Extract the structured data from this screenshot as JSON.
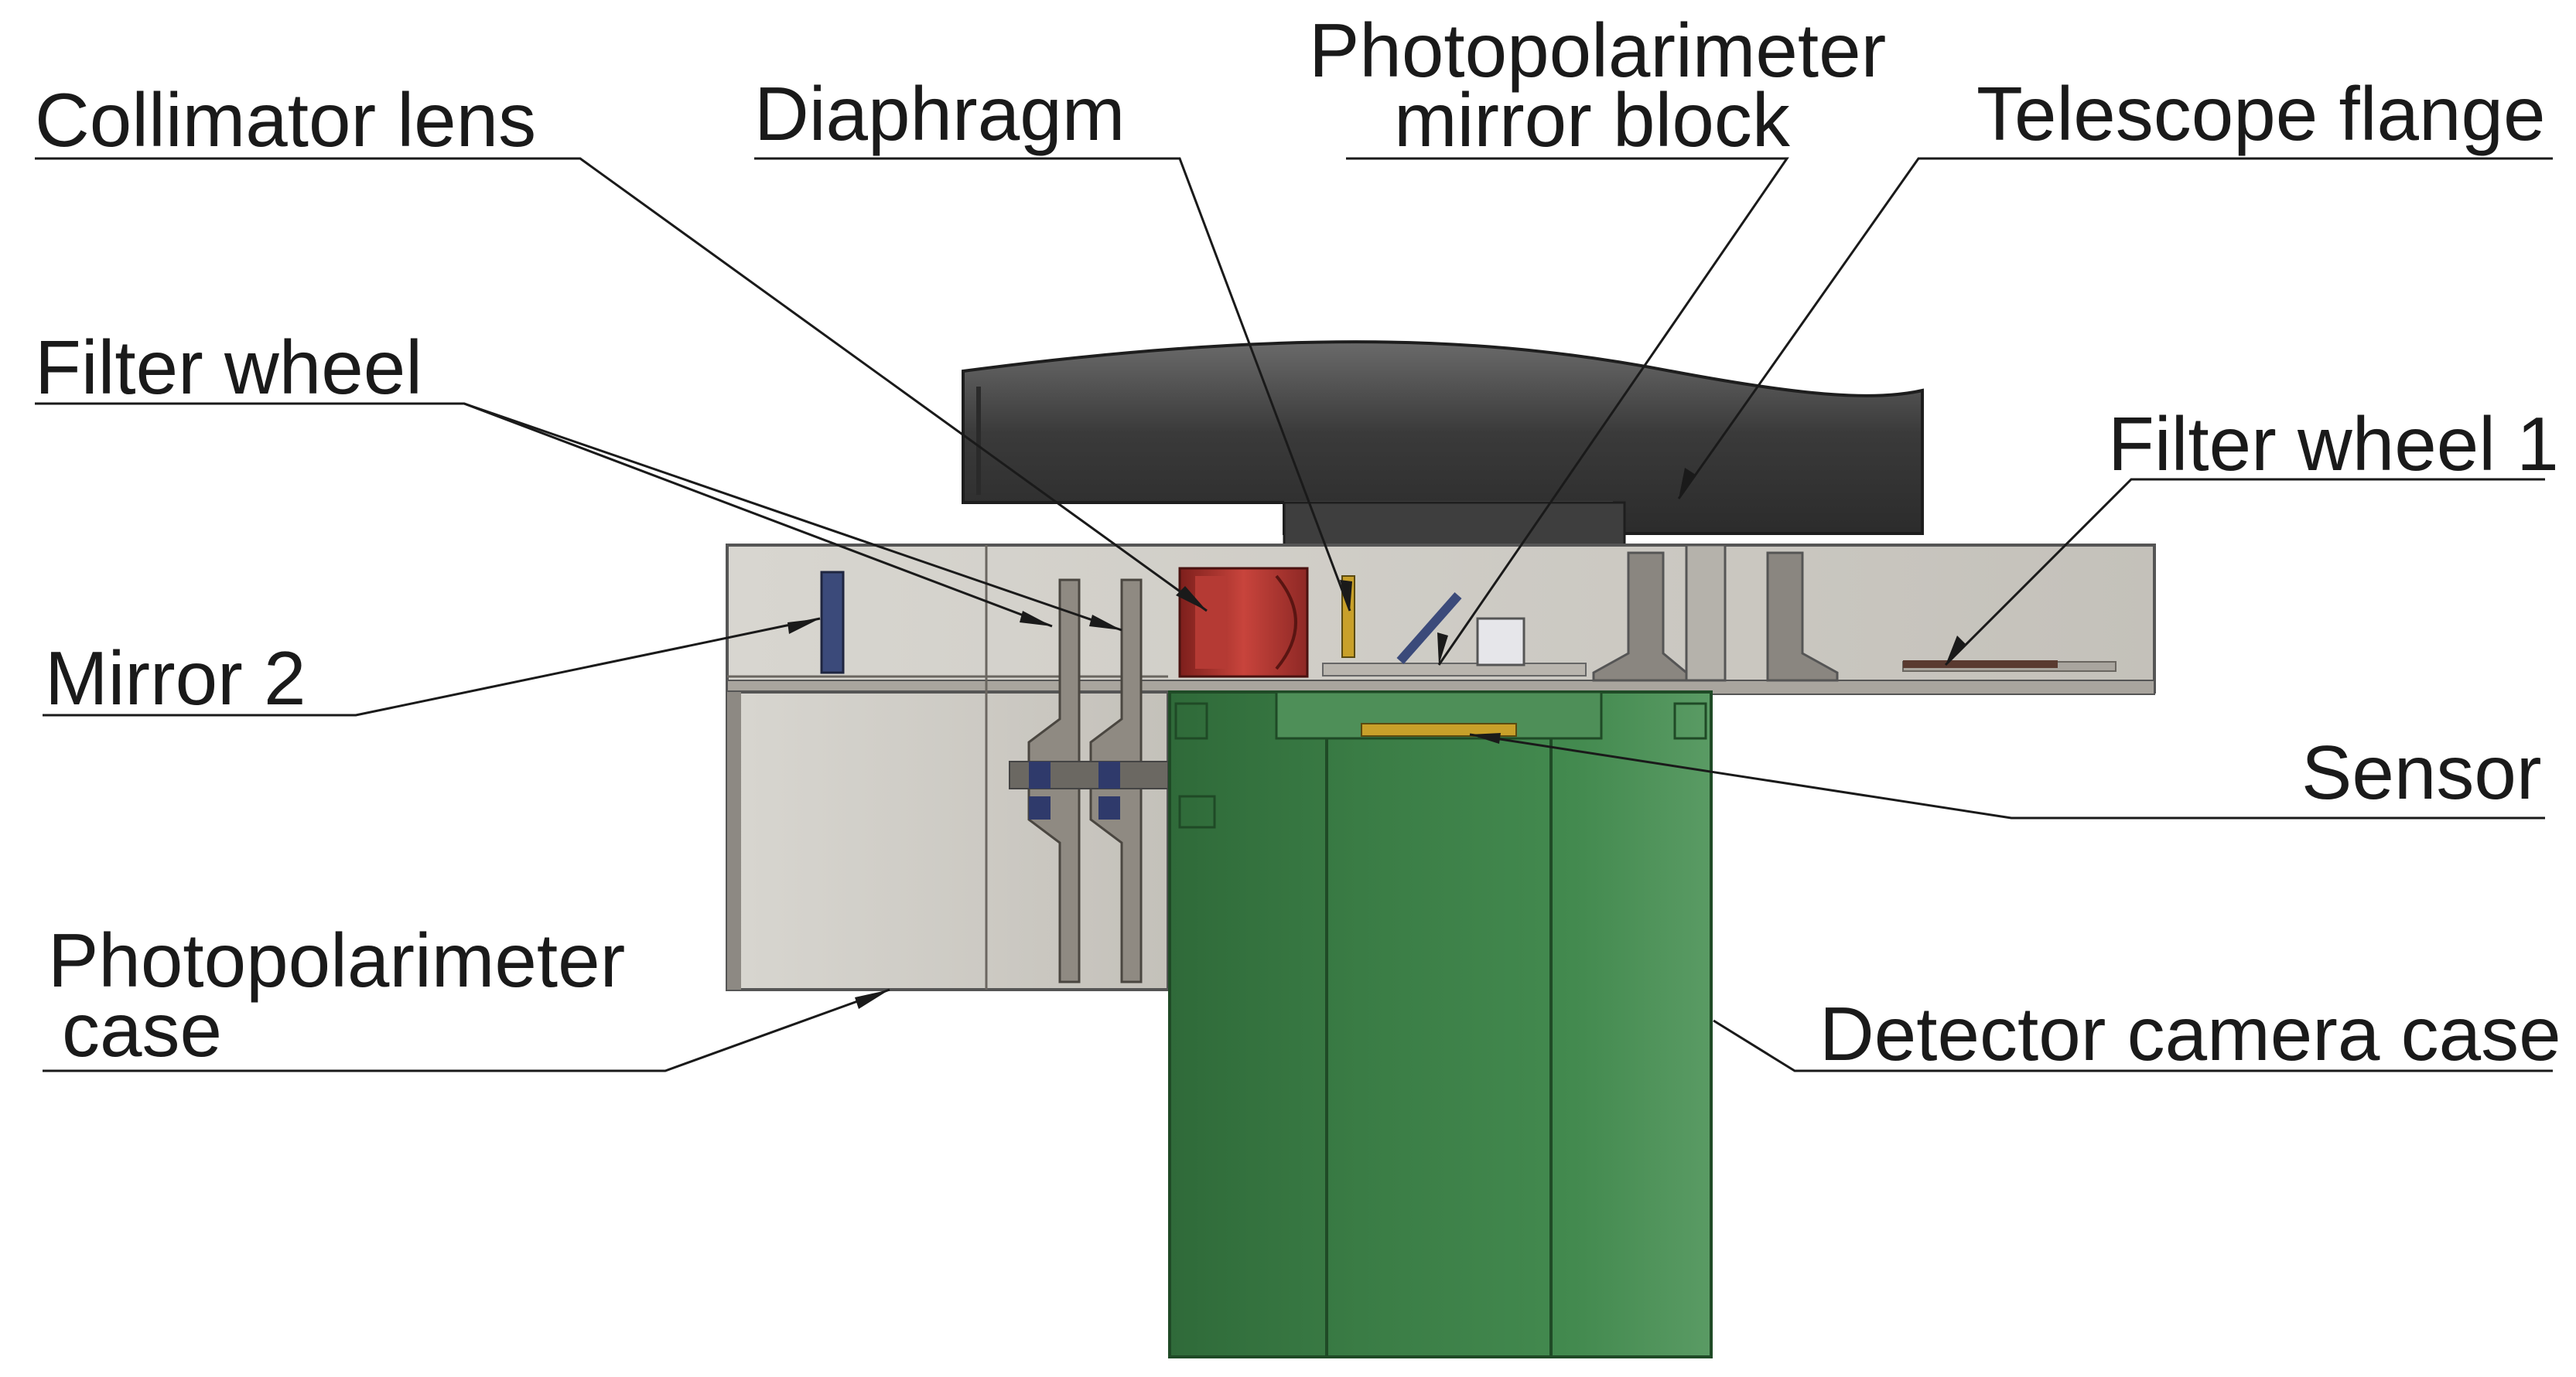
{
  "labels": {
    "collimator_lens": "Collimator lens",
    "diaphragm": "Diaphragm",
    "photopolarimeter_mirror_block_line1": "Photopolarimeter",
    "photopolarimeter_mirror_block_line2": "mirror block",
    "telescope_flange": "Telescope flange",
    "filter_wheel": "Filter wheel",
    "filter_wheel_1": "Filter wheel 1",
    "mirror_2": "Mirror 2",
    "sensor": "Sensor",
    "photopolarimeter_case_line1": "Photopolarimeter",
    "photopolarimeter_case_line2": "case",
    "detector_camera_case": "Detector camera case"
  },
  "colors": {
    "telescope_flange": "#3f3f3f",
    "photopolarimeter_case": "#cfcdc8",
    "detector_camera_case": "#3c7a46",
    "collimator_lens": "#a8302c",
    "mirror": "#3b4a7a",
    "sensor": "#c8a02a",
    "filter_wheel_disc": "#8f8a82"
  }
}
